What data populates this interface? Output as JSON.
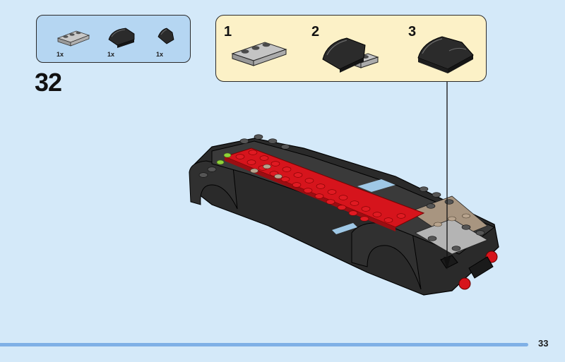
{
  "page": {
    "step_number": "32",
    "page_number": "33"
  },
  "parts_list": [
    {
      "name": "light-gray-plate-1x3-icon",
      "quantity": "1x"
    },
    {
      "name": "black-curved-slope-icon",
      "quantity": "1x"
    },
    {
      "name": "black-small-curved-slope-icon",
      "quantity": "1x"
    }
  ],
  "sub_steps": [
    {
      "number": "1"
    },
    {
      "number": "2"
    },
    {
      "number": "3"
    }
  ],
  "colors": {
    "background": "#d4e9f9",
    "parts_box": "#b5d6f2",
    "callout_box": "#fcf1c7",
    "footer_bar": "#7fb0e6",
    "brick_red": "#d6141c",
    "brick_black": "#2b2b2b",
    "brick_light_gray": "#b4b4b4",
    "brick_tan": "#a89580",
    "brick_lime": "#8fd23a"
  }
}
